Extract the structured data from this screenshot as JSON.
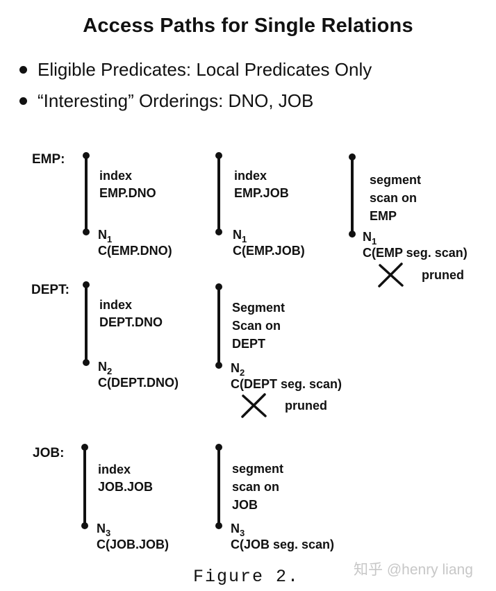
{
  "page": {
    "title": "Access Paths for Single Relations",
    "bullets": [
      "Eligible Predicates: Local Predicates Only",
      "“Interesting” Orderings: DNO, JOB"
    ],
    "figure_caption": "Figure 2.",
    "watermark": "知乎 @henry liang"
  },
  "colors": {
    "ink": "#111111",
    "background": "#ffffff",
    "watermark": "#c7c7c7"
  },
  "icons": {
    "pruned_marker": "x-cross"
  },
  "diagram": {
    "rows": [
      {
        "relation_label": "EMP:",
        "paths": [
          {
            "label_lines": [
              "index",
              "EMP.DNO"
            ],
            "node": "N",
            "node_sub": "1",
            "cost": "C(EMP.DNO)"
          },
          {
            "label_lines": [
              "index",
              "EMP.JOB"
            ],
            "node": "N",
            "node_sub": "1",
            "cost": "C(EMP.JOB)"
          },
          {
            "label_lines": [
              "segment",
              "scan on",
              "EMP"
            ],
            "node": "N",
            "node_sub": "1",
            "cost": "C(EMP seg. scan)",
            "pruned": "pruned"
          }
        ]
      },
      {
        "relation_label": "DEPT:",
        "paths": [
          {
            "label_lines": [
              "index",
              "DEPT.DNO"
            ],
            "node": "N",
            "node_sub": "2",
            "cost": "C(DEPT.DNO)"
          },
          {
            "label_lines": [
              "Segment",
              "Scan on",
              "DEPT"
            ],
            "node": "N",
            "node_sub": "2",
            "cost": "C(DEPT seg. scan)",
            "pruned": "pruned"
          }
        ]
      },
      {
        "relation_label": "JOB:",
        "paths": [
          {
            "label_lines": [
              "index",
              "JOB.JOB"
            ],
            "node": "N",
            "node_sub": "3",
            "cost": "C(JOB.JOB)"
          },
          {
            "label_lines": [
              "segment",
              "scan on",
              "JOB"
            ],
            "node": "N",
            "node_sub": "3",
            "cost": "C(JOB seg. scan)"
          }
        ]
      }
    ]
  }
}
